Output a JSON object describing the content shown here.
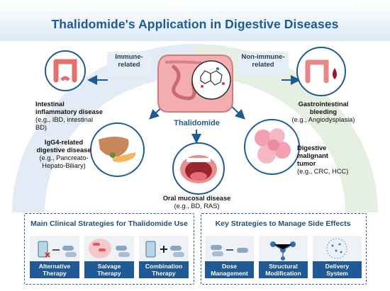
{
  "title": "Thalidomide's Application in Digestive Diseases",
  "center_label": "Thalidomide",
  "tags": {
    "immune": "Immune-\nrelated",
    "non_immune": "Non-immune-\nrelated"
  },
  "diseases": {
    "intestinal": {
      "name": "Intestinal\ninflammatory disease",
      "detail": "(e.g., IBD, intestinal\nBD)"
    },
    "gi_bleeding": {
      "name": "Gastrointestinal\nbleeding",
      "detail": "(e.g., Angiodysplasia)"
    },
    "igg4": {
      "name": "IgG4-related\ndigestive disease",
      "detail": "(e.g., Pancreato-\nHepato-Biliary)"
    },
    "malignant": {
      "name": "Digestive\nmalignant\ntumor",
      "detail": "(e.g., CRC, HCC)"
    },
    "oral": {
      "name": "Oral mucosal disease",
      "detail": "(e.g., BD, RAS)"
    }
  },
  "strategies": {
    "left_title": "Main Clinical Strategies for Thalidomide Use",
    "right_title": "Key Strategies to Manage Side Effects",
    "left_cards": [
      "Alternative\nTherapy",
      "Salvage\nTherapy",
      "Combination\nTherapy"
    ],
    "right_cards": [
      "Dose\nManagement",
      "Structural\nModification",
      "Delivery\nSystem"
    ]
  },
  "colors": {
    "brand_blue": "#1f5a96",
    "accent_red": "#c0283a",
    "green_arc": "#dfeedd"
  }
}
